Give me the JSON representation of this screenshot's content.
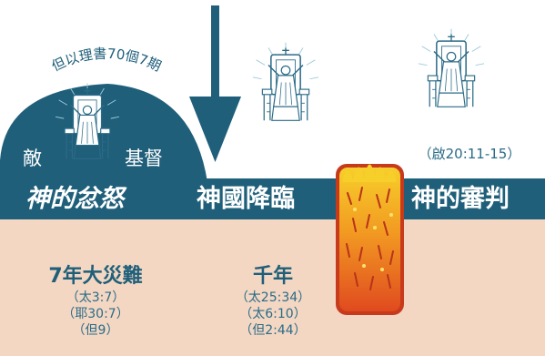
{
  "arc_text": "但以理書70個7期",
  "dome": {
    "left_word": "敵",
    "right_word": "基督"
  },
  "bar": {
    "wrath": "神的忿怒",
    "kingdom": "神國降臨",
    "judgment": "神的審判"
  },
  "eras": [
    {
      "title": "7年大災難",
      "refs": [
        "（太3:7）",
        "（耶30:7）",
        "（但9）"
      ]
    },
    {
      "title": "千年",
      "refs": [
        "（太25:34）",
        "（太6:10）",
        "（但2:44）"
      ]
    }
  ],
  "judgment_ref": "（啟20:11-15）",
  "colors": {
    "teal": "#1f5f7a",
    "sand": "#f3d7c3",
    "fire_orange": "#f08a1f",
    "fire_yellow": "#f7cf2a",
    "fire_red": "#d94423"
  },
  "icons": [
    "throne-figure-icon",
    "down-arrow-icon",
    "fire-pit-icon"
  ]
}
